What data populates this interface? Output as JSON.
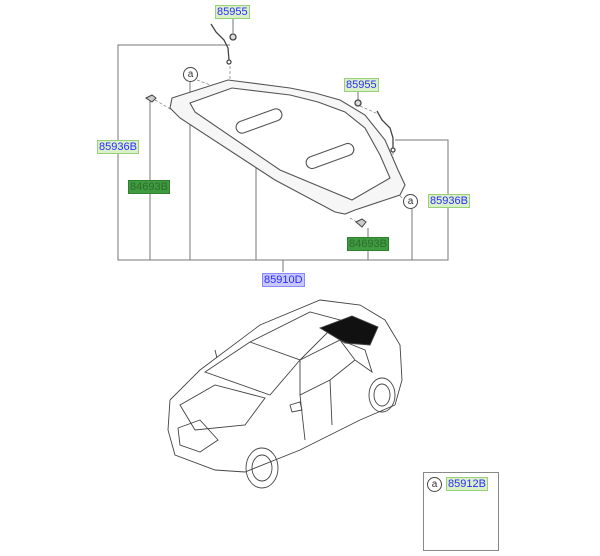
{
  "diagram": {
    "title": "Rear package tray / cover shelf exploded parts diagram",
    "parts": [
      {
        "id": "p1",
        "number": "85955",
        "style": "blue",
        "description": "cord/strap (upper left)"
      },
      {
        "id": "p2",
        "number": "85955",
        "style": "blue",
        "description": "cord/strap (right)"
      },
      {
        "id": "p3",
        "number": "85936B",
        "style": "blue",
        "description": "left side bracket group"
      },
      {
        "id": "p4",
        "number": "85936B",
        "style": "blue",
        "description": "right side bracket group"
      },
      {
        "id": "p5",
        "number": "84693B",
        "style": "green",
        "description": "clip (left)"
      },
      {
        "id": "p6",
        "number": "84693B",
        "style": "green",
        "description": "clip (right)"
      },
      {
        "id": "p7",
        "number": "85910D",
        "style": "blue-solid",
        "description": "cover shelf assembly"
      }
    ],
    "callouts": [
      {
        "id": "c1",
        "letter": "a"
      },
      {
        "id": "c2",
        "letter": "a"
      }
    ],
    "inset": {
      "callout_letter": "a",
      "part_number": "85912B"
    },
    "vehicle": {
      "description": "compact MPV isometric view with rear cargo area highlighted"
    },
    "colors": {
      "label_text_blue": "#2b2bff",
      "label_bg_lightgreen": "#d9f0c8",
      "label_bg_green": "#3f9b3f",
      "label_bg_blue": "#c8c8ff",
      "line": "#666666"
    }
  }
}
